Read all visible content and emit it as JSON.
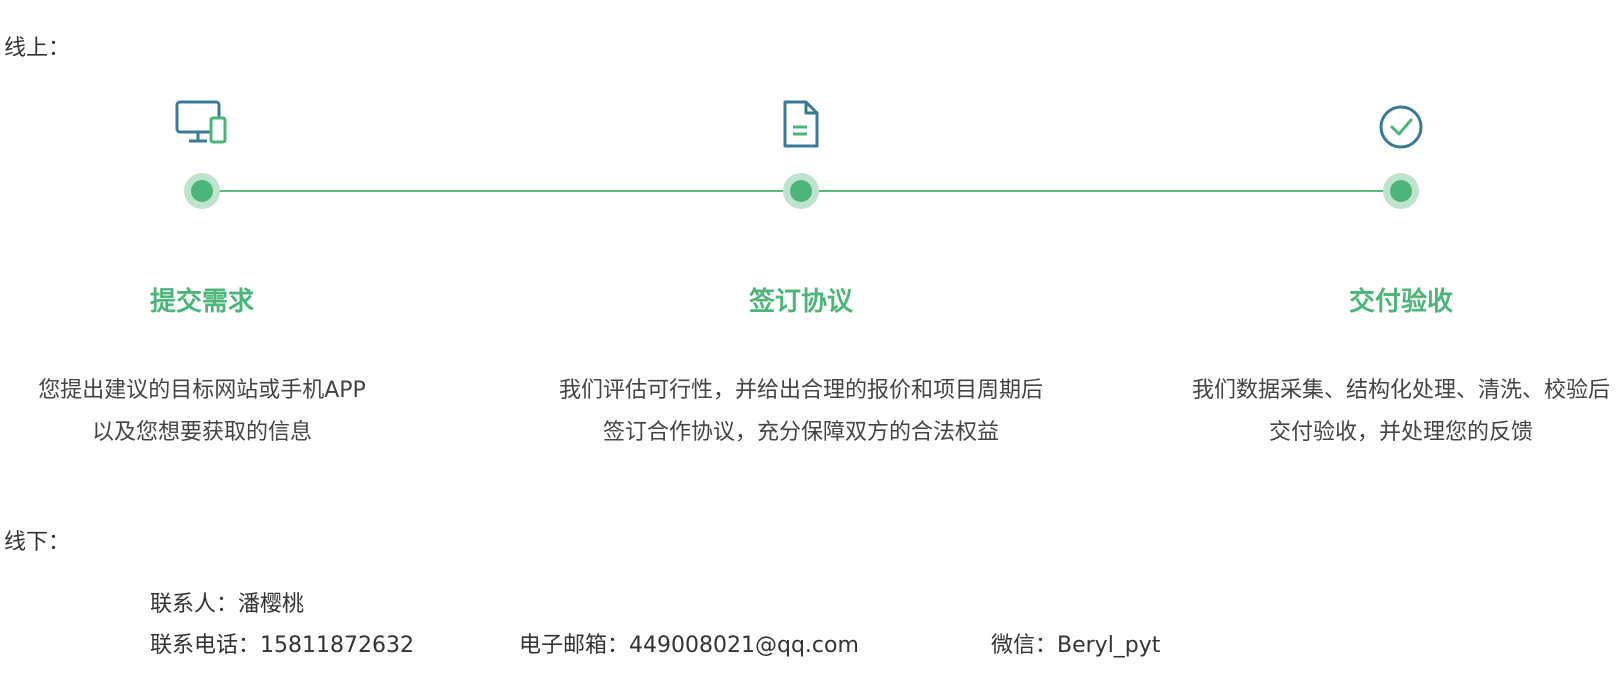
{
  "sections": {
    "online_label": "线上：",
    "offline_label": "线下："
  },
  "steps": [
    {
      "icon": "devices-icon",
      "title": "提交需求",
      "desc_line1": "您提出建议的目标网站或手机APP",
      "desc_line2": "以及您想要获取的信息"
    },
    {
      "icon": "document-icon",
      "title": "签订协议",
      "desc_line1": "我们评估可行性，并给出合理的报价和项目周期后",
      "desc_line2": "签订合作协议，充分保障双方的合法权益"
    },
    {
      "icon": "check-circle-icon",
      "title": "交付验收",
      "desc_line1": "我们数据采集、结构化处理、清洗、校验后",
      "desc_line2": "交付验收，并处理您的反馈"
    }
  ],
  "contact": {
    "person": "联系人：潘樱桃",
    "phone": "联系电话：15811872632",
    "email": "电子邮箱：449008021@qq.com",
    "wechat": "微信：Beryl_pyt"
  },
  "colors": {
    "accent_green": "#4cb578",
    "icon_blue": "#3a7a99",
    "dot_halo": "#bfe4cd"
  }
}
